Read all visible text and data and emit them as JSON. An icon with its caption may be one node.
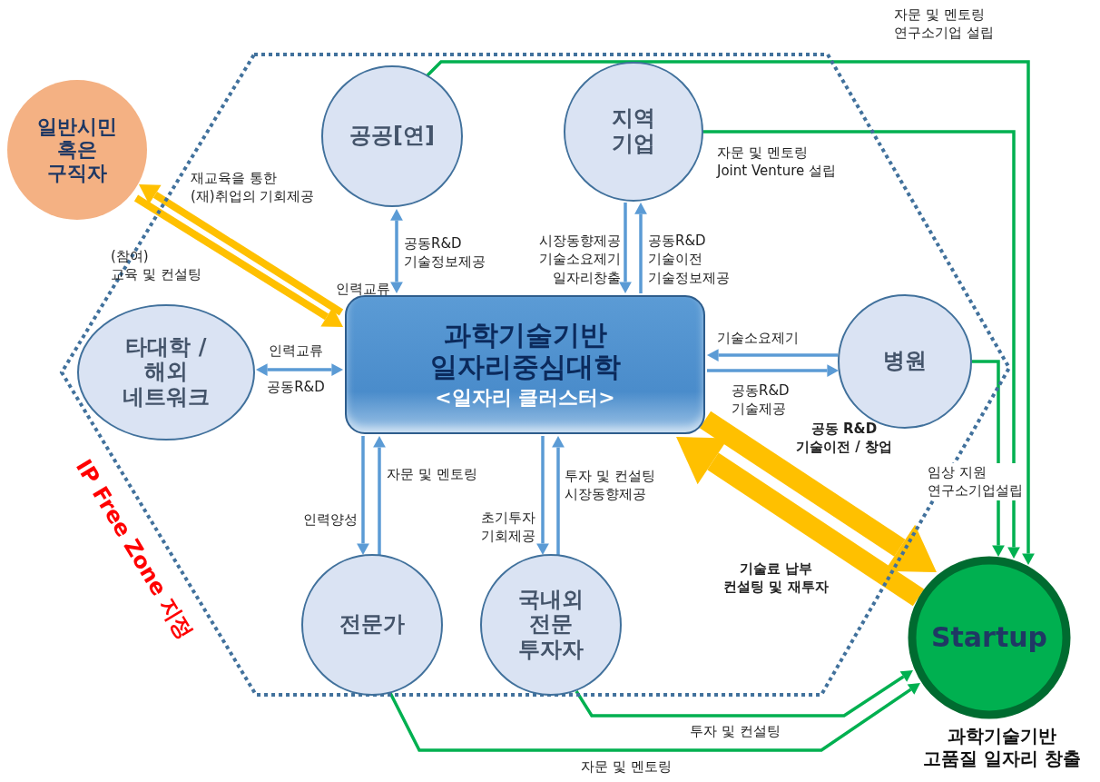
{
  "diagram": {
    "nodes": [
      {
        "text": [
          "IP Free Zone 지정"
        ]
      },
      {
        "text": [
          "일반시민 혹은 구직자"
        ]
      },
      {
        "text": [
          "공공[연]"
        ],
        "in": 0
      },
      {
        "text": [
          "지역 기업"
        ],
        "in": 0
      },
      {
        "text": [
          "타대학 / 해외 네트워크"
        ],
        "in": 0
      },
      {
        "text": [
          "과학기술기반 일자리중심대학",
          "<일자리 클러스터>"
        ],
        "in": 0
      },
      {
        "text": [
          "병원"
        ],
        "in": 0
      },
      {
        "text": [
          "전문가"
        ],
        "in": 0
      },
      {
        "text": [
          "국내외 전문 투자자"
        ],
        "in": 0
      },
      {
        "text": [
          "Startup"
        ],
        "beside": [
          "과학기술기반 고품질 일자리 창출"
        ]
      }
    ],
    "edges": [
      {
        "from": 5,
        "to": 1,
        "arrow": "to",
        "label": "재교육을 통한 (재)취업의 기회제공",
        "style": "thick",
        "color": "#ffc000"
      },
      {
        "from": 1,
        "to": 5,
        "arrow": "to",
        "label": "(참여) 교육 및 컨설팅",
        "style": "thick",
        "color": "#ffc000"
      },
      {
        "from": 2,
        "to": 5,
        "arrow": "both",
        "label": "공동R&D 기술정보제공"
      },
      {
        "from": 3,
        "to": 5,
        "arrow": "to",
        "label": "시장동향제공 기술소요제기 일자리창출"
      },
      {
        "from": 5,
        "to": 3,
        "arrow": "to",
        "label": "공동R&D 기술이전 기술정보제공"
      },
      {
        "from": 4,
        "to": 5,
        "arrow": "both",
        "label": "인력교류"
      },
      {
        "from": 6,
        "to": 5,
        "arrow": "to",
        "label": "기술소요제기"
      },
      {
        "from": 5,
        "to": 6,
        "arrow": "to",
        "label": "공동R&D 기술제공"
      },
      {
        "from": 5,
        "to": 7,
        "arrow": "to",
        "label": "인력양성"
      },
      {
        "from": 7,
        "to": 5,
        "arrow": "to",
        "label": "자문 및 멘토링"
      },
      {
        "from": 5,
        "to": 8,
        "arrow": "to",
        "label": "초기투자 기회제공"
      },
      {
        "from": 8,
        "to": 5,
        "arrow": "to",
        "label": "투자 및 컨설팅 시장동향제공"
      },
      {
        "from": 5,
        "to": 9,
        "arrow": "to",
        "label": "공동 R&D 기술이전 / 창업",
        "style": "thick",
        "color": "#ffc000"
      },
      {
        "from": 9,
        "to": 5,
        "arrow": "to",
        "label": "기술료 납부 컨설팅 및 재투자",
        "style": "thick",
        "color": "#ffc000"
      },
      {
        "from": 2,
        "to": 9,
        "arrow": "to",
        "label": "자문 및 멘토링 연구소기업 설립",
        "color": "#00b050"
      },
      {
        "from": 3,
        "to": 9,
        "arrow": "to",
        "label": "자문 및 멘토링 Joint Venture 설립",
        "color": "#00b050"
      },
      {
        "from": 6,
        "to": 9,
        "arrow": "to",
        "label": "임상 지원 연구소기업설립",
        "color": "#00b050"
      },
      {
        "from": 8,
        "to": 9,
        "arrow": "to",
        "label": "투자 및 컨설팅",
        "color": "#00b050"
      },
      {
        "from": 7,
        "to": 9,
        "arrow": "to",
        "label": "자문 및 멘토링",
        "color": "#00b050"
      }
    ],
    "labels": [
      "인력교류",
      "공동R&D"
    ]
  }
}
